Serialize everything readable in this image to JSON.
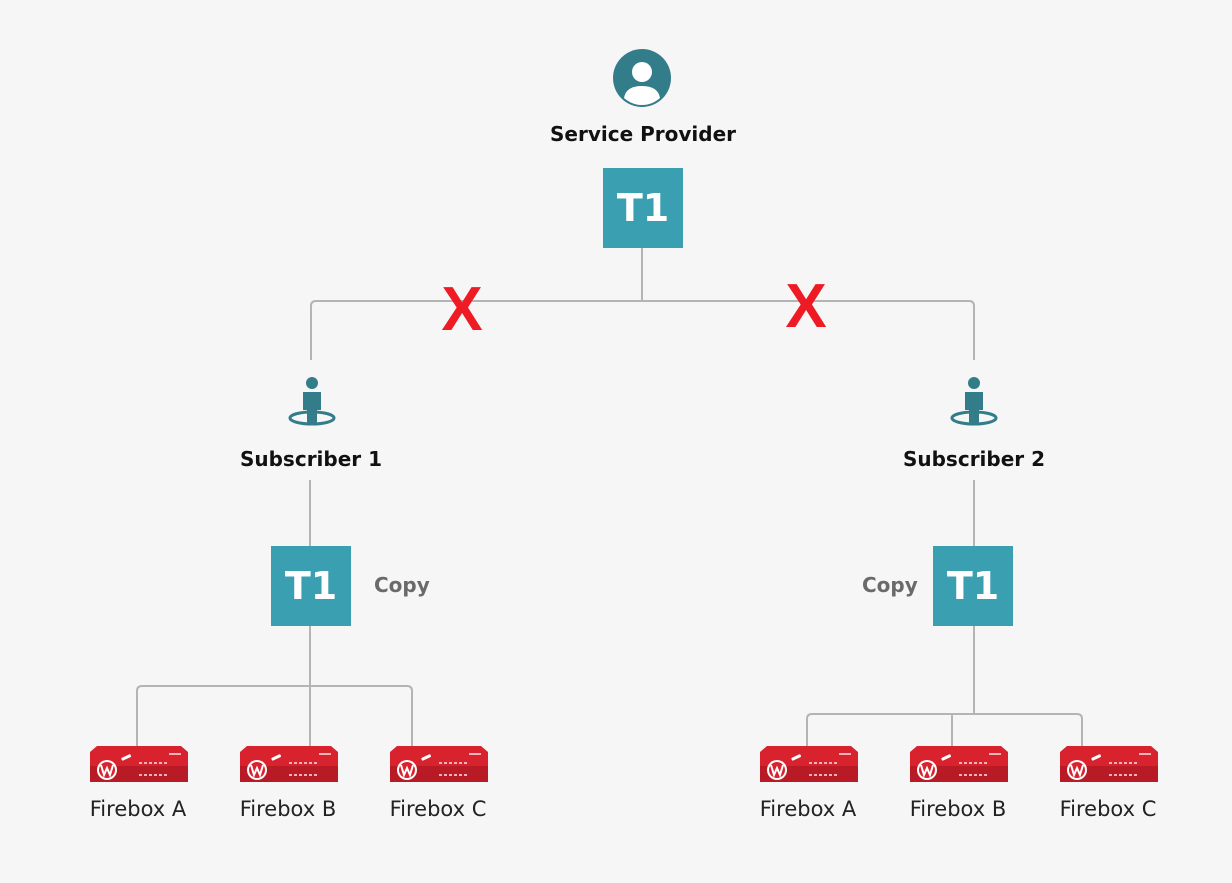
{
  "provider": {
    "label": "Service Provider",
    "template": "T1",
    "icon": "user-circle-icon"
  },
  "blocked_mark": "X",
  "subscribers": [
    {
      "label": "Subscriber 1",
      "icon": "subscriber-icon",
      "template": "T1",
      "copy_label": "Copy",
      "fireboxes": [
        "Firebox A",
        "Firebox B",
        "Firebox C"
      ]
    },
    {
      "label": "Subscriber 2",
      "icon": "subscriber-icon",
      "template": "T1",
      "copy_label": "Copy",
      "fireboxes": [
        "Firebox A",
        "Firebox B",
        "Firebox C"
      ]
    }
  ],
  "colors": {
    "teal": "#3a9fb0",
    "icon_teal": "#337d8a",
    "line": "#b4b4b4",
    "blocked": "#ee1b24",
    "firebox_red": "#d8232f"
  }
}
